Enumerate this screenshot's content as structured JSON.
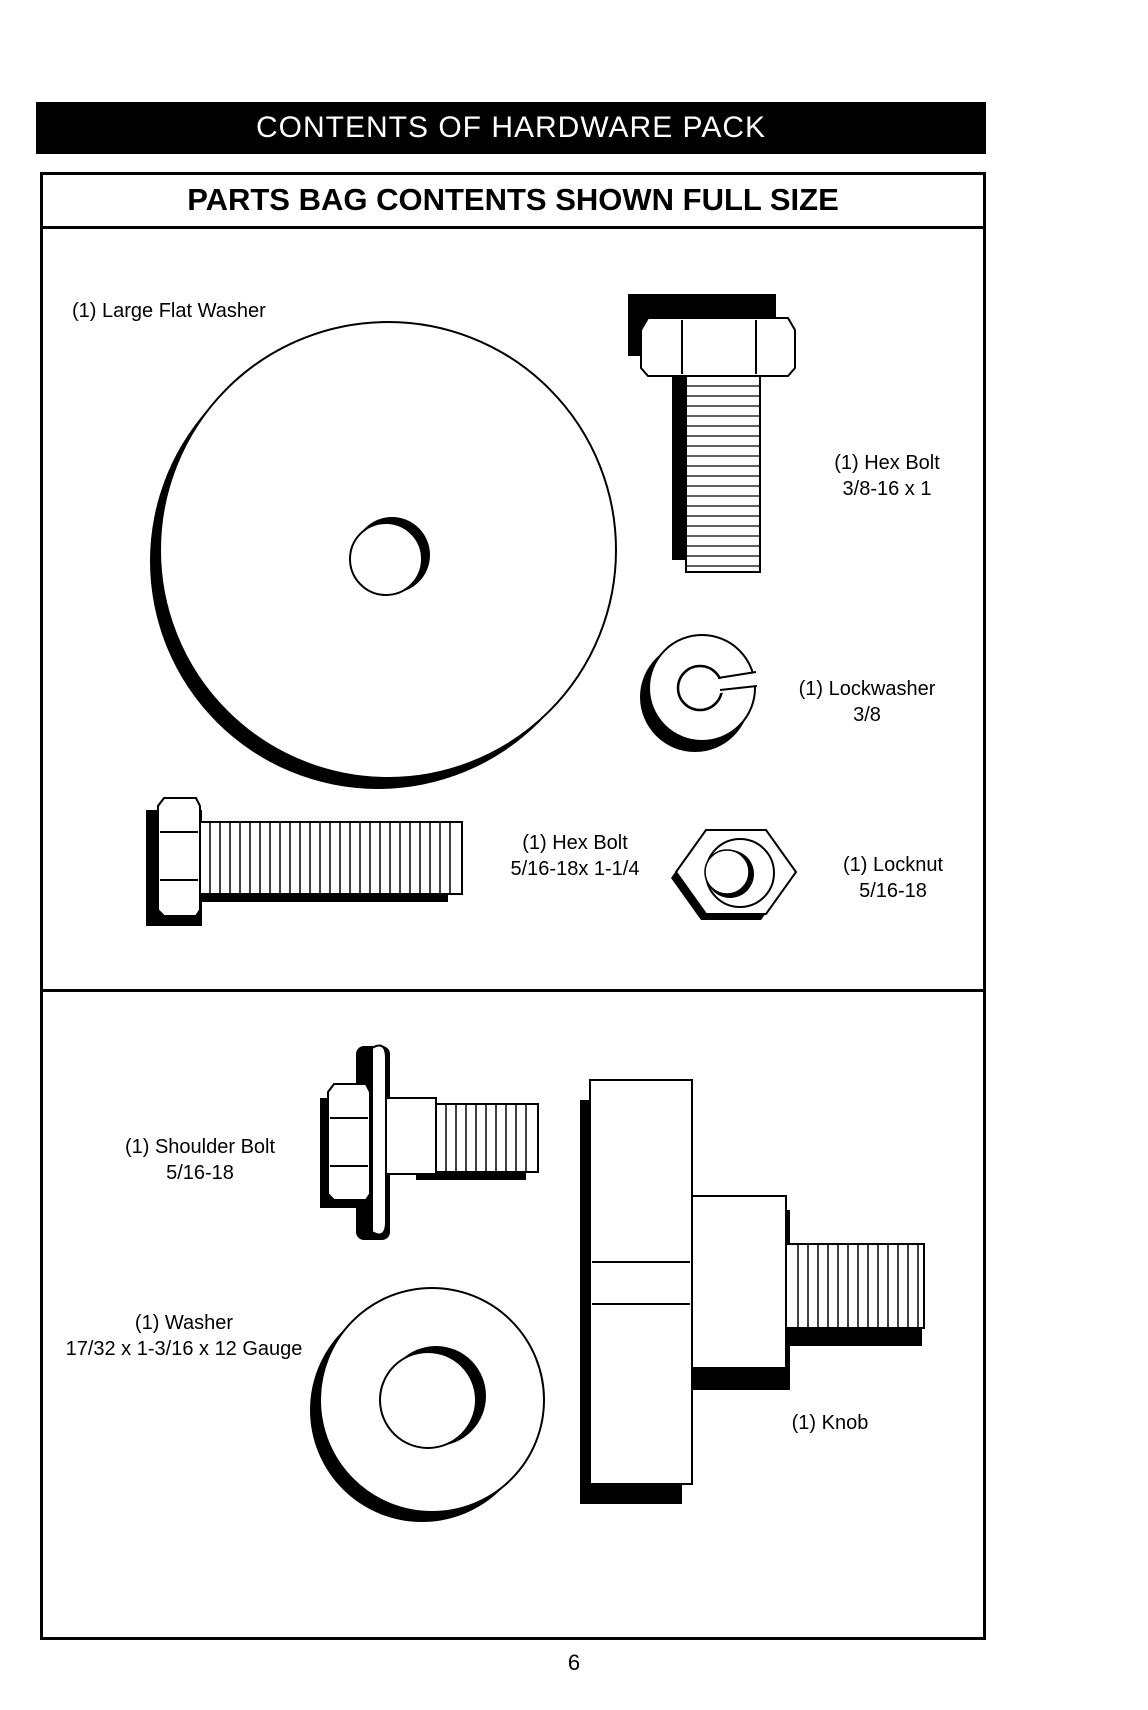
{
  "header": {
    "title": "CONTENTS OF HARDWARE PACK"
  },
  "subtitle": "PARTS BAG CONTENTS SHOWN FULL SIZE",
  "parts": {
    "large_flat_washer": {
      "name": "(1) Large Flat Washer"
    },
    "hex_bolt_large": {
      "name": "(1) Hex Bolt",
      "size": "3/8-16 x 1"
    },
    "lockwasher": {
      "name": "(1) Lockwasher",
      "size": "3/8"
    },
    "hex_bolt_small": {
      "name": "(1) Hex Bolt",
      "size": "5/16-18x 1-1/4"
    },
    "locknut": {
      "name": "(1) Locknut",
      "size": "5/16-18"
    },
    "shoulder_bolt": {
      "name": "(1) Shoulder Bolt",
      "size": "5/16-18"
    },
    "washer": {
      "name": "(1) Washer",
      "size": "17/32 x 1-3/16 x 12 Gauge"
    },
    "knob": {
      "name": "(1) Knob"
    }
  },
  "page_number": "6"
}
